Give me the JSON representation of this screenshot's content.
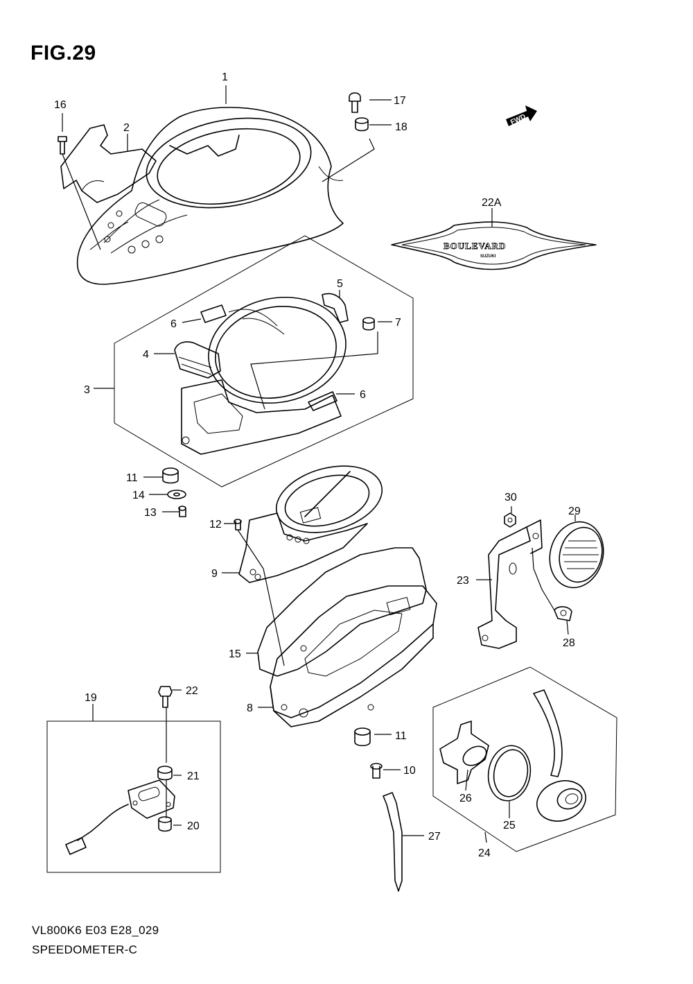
{
  "figure": {
    "title": "FIG.29",
    "model_code": "VL800K6 E03 E28_029",
    "name": "SPEEDOMETER-C"
  },
  "fwd_arrow_text": "FWD",
  "emblem": {
    "main_text": "BOULEVARD",
    "sub_text": "SUZUKI"
  },
  "callouts": [
    "1",
    "2",
    "3",
    "4",
    "5",
    "6",
    "6",
    "7",
    "8",
    "9",
    "10",
    "11",
    "11",
    "12",
    "13",
    "14",
    "15",
    "16",
    "17",
    "18",
    "19",
    "20",
    "21",
    "22",
    "22A",
    "23",
    "24",
    "25",
    "26",
    "27",
    "28",
    "29",
    "30"
  ]
}
